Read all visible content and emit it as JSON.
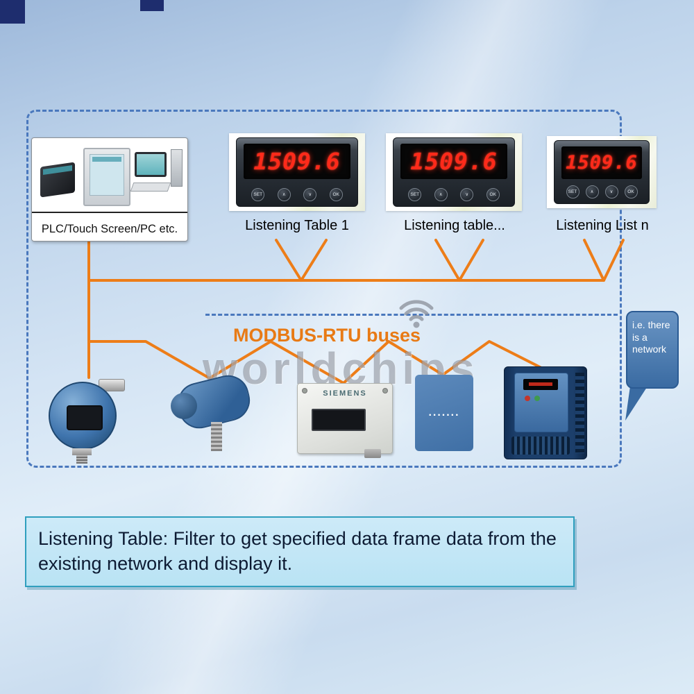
{
  "plc_box": {
    "label": "PLC/Touch Screen/PC etc."
  },
  "meters": [
    {
      "label": "Listening Table 1",
      "display": "1509.6"
    },
    {
      "label": "Listening table...",
      "display": "1509.6"
    },
    {
      "label": "Listening List n",
      "display": "1509.6"
    }
  ],
  "meter_buttons": [
    "SET",
    "∧",
    "∨",
    "OK"
  ],
  "bus": {
    "label": "MODBUS-RTU buses",
    "color": "#e87a15"
  },
  "watermark": {
    "text": "worldchips"
  },
  "sensor_row": {
    "siemens_brand": "SIEMENS",
    "dots_label": "......."
  },
  "bubble": {
    "text": "i.e. there is a network"
  },
  "footer": {
    "text": "Listening Table: Filter to get specified data frame data from the existing network and display it."
  }
}
